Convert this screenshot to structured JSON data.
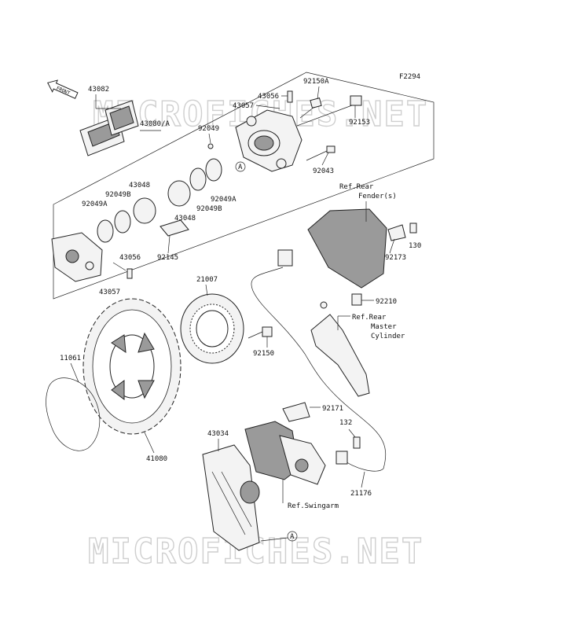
{
  "figure_code": "F2294",
  "watermark": "MICROFICHES.NET",
  "front_label": "FRONT",
  "callout_A": "A",
  "part_labels": {
    "p43082": "43082",
    "p43080A": "43080/A",
    "p43056_top": "43056",
    "p43057_top": "43057",
    "p92150A": "92150A",
    "p92153": "92153",
    "p92049": "92049",
    "p92043": "92043",
    "p43048_top": "43048",
    "p92049B_left": "92049B",
    "p92049A_left": "92049A",
    "p92049A_right": "92049A",
    "p92049B_right": "92049B",
    "p43048_mid": "43048",
    "p92145": "92145",
    "p43056_bot": "43056",
    "p43057_bot": "43057",
    "p21007": "21007",
    "p92150": "92150",
    "p11061": "11061",
    "p41080": "41080",
    "p43034": "43034",
    "p92171": "92171",
    "p132": "132",
    "p21176": "21176",
    "p92173": "92173",
    "p130": "130",
    "p92210": "92210"
  },
  "refs": {
    "rear_fender_1": "Ref.Rear",
    "rear_fender_2": "Fender(s)",
    "master_1": "Ref.Rear",
    "master_2": "Master",
    "master_3": "Cylinder",
    "swingarm": "Ref.Swingarm"
  }
}
